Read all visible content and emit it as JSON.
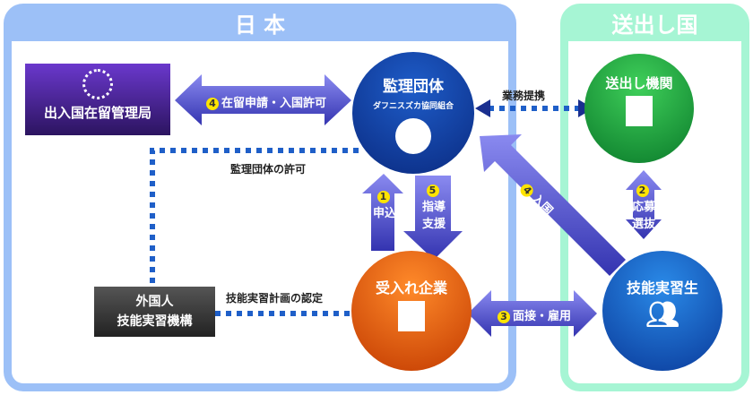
{
  "regions": {
    "japan": "日 本",
    "sending_country": "送出し国"
  },
  "nodes": {
    "immigration": "出入国在留管理局",
    "supervising": {
      "title": "監理団体",
      "subtitle": "ダフニスズカ協同組合"
    },
    "sending_org": "送出し機関",
    "accepting_company": "受入れ企業",
    "trainee": "技能実習生",
    "otit": {
      "line1": "外国人",
      "line2": "技能実習機構"
    }
  },
  "connections": {
    "residence": {
      "num": "4",
      "label": "在留申請・入国許可"
    },
    "business": "業務提携",
    "permission": "監理団体の許可",
    "apply": {
      "num": "1",
      "label": "申込"
    },
    "guidance": {
      "num": "5",
      "label1": "指導",
      "label2": "支援"
    },
    "entry": {
      "num": "4",
      "label": "入国"
    },
    "selection": {
      "num": "2",
      "label1": "応募",
      "label2": "選抜"
    },
    "interview": {
      "num": "3",
      "label": "面接・雇用"
    },
    "plan": "技能実習計画の認定"
  },
  "colors": {
    "japan_frame": "#9cc0f7",
    "sending_frame": "#a6f5d4",
    "arrow": "#5a5ad6",
    "dotted": "#1f5fc8"
  }
}
